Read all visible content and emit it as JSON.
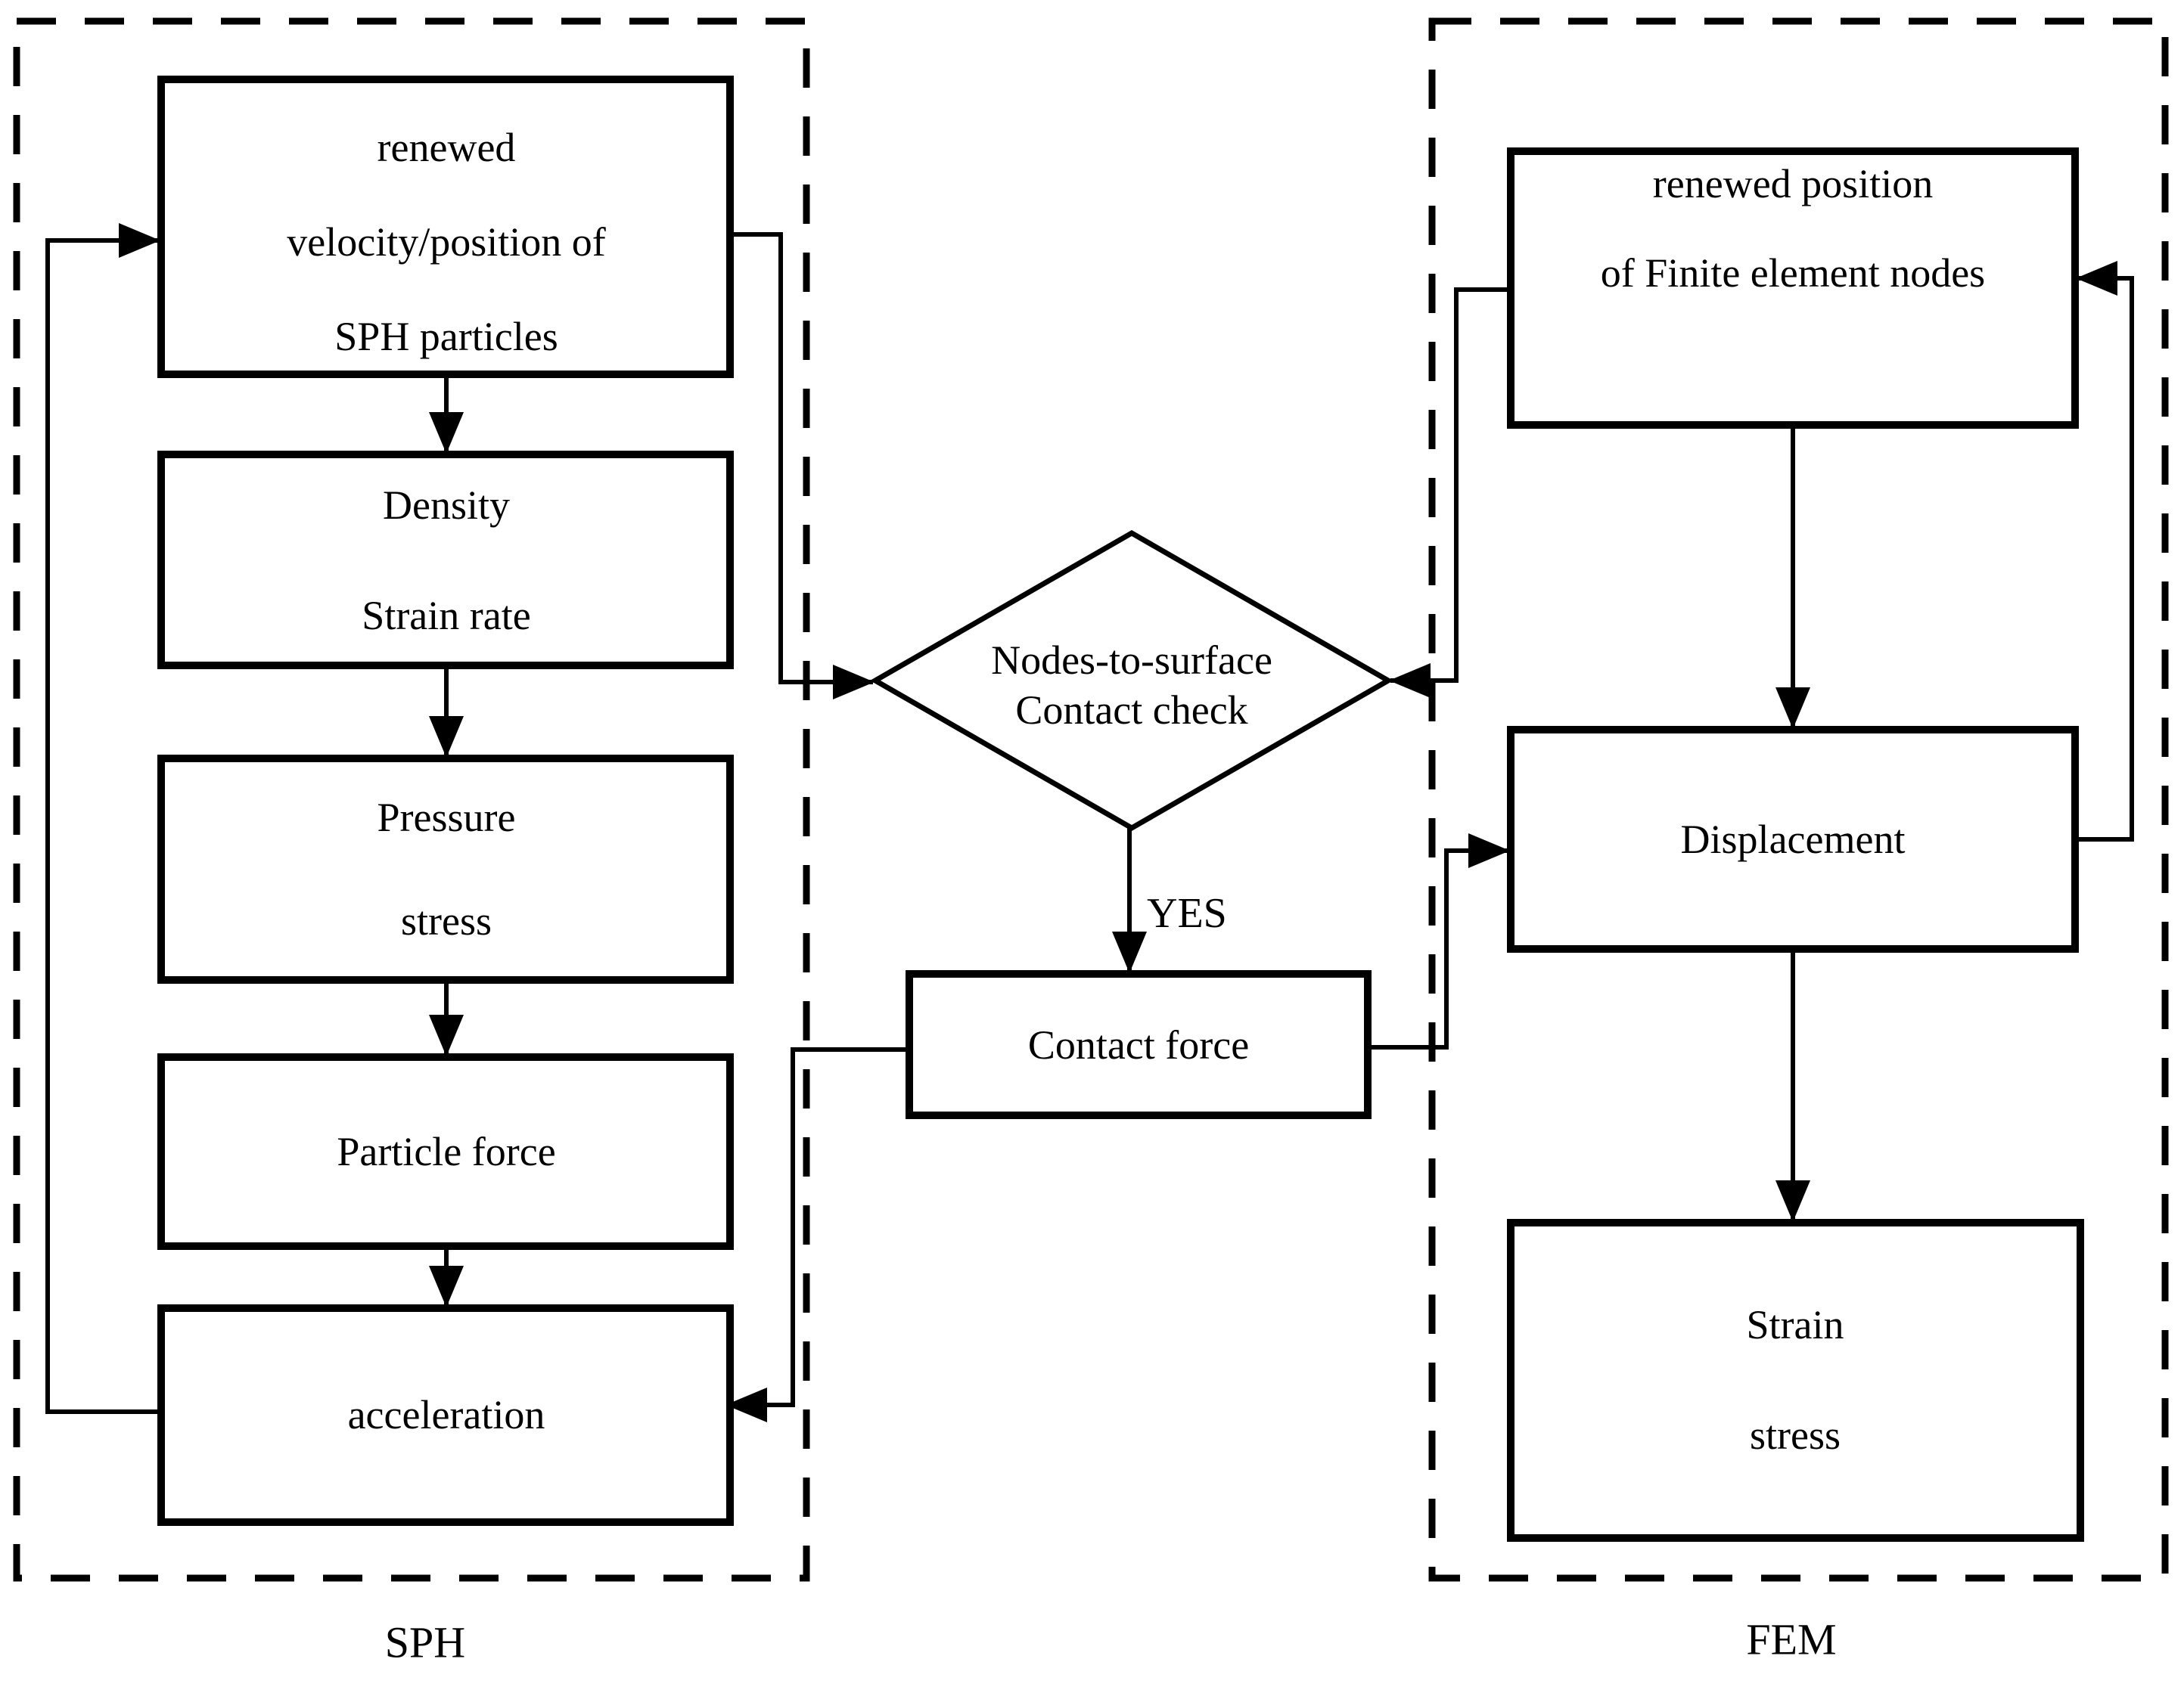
{
  "figure": {
    "background_color": "#ffffff",
    "line_color": "#000000",
    "text_color": "#000000",
    "groups": {
      "sph": {
        "label": "SPH"
      },
      "fem": {
        "label": "FEM"
      }
    },
    "nodes": {
      "renewed_sph": {
        "lines": [
          "renewed",
          "velocity/position of",
          "SPH particles"
        ]
      },
      "density": {
        "lines": [
          "Density",
          "Strain rate"
        ]
      },
      "pressure": {
        "lines": [
          "Pressure",
          "stress"
        ]
      },
      "particle_force": {
        "lines": [
          "Particle force"
        ]
      },
      "acceleration": {
        "lines": [
          "acceleration"
        ]
      },
      "contact_check": {
        "lines": [
          "Nodes-to-surface",
          "Contact check"
        ]
      },
      "contact_force": {
        "lines": [
          "Contact force"
        ]
      },
      "renewed_fem": {
        "lines": [
          "renewed position",
          "of Finite element nodes"
        ]
      },
      "displacement": {
        "lines": [
          "Displacement"
        ]
      },
      "strain_stress": {
        "lines": [
          "Strain",
          "stress"
        ]
      }
    },
    "edge_labels": {
      "contact_check_yes": "YES"
    },
    "edges": [
      {
        "from": "renewed_sph",
        "to": "density"
      },
      {
        "from": "density",
        "to": "pressure"
      },
      {
        "from": "pressure",
        "to": "particle_force"
      },
      {
        "from": "particle_force",
        "to": "acceleration"
      },
      {
        "from": "acceleration",
        "to": "renewed_sph"
      },
      {
        "from": "renewed_sph",
        "to": "contact_check"
      },
      {
        "from": "renewed_fem",
        "to": "contact_check"
      },
      {
        "from": "contact_check",
        "to": "contact_force",
        "label": "YES"
      },
      {
        "from": "contact_force",
        "to": "acceleration"
      },
      {
        "from": "contact_force",
        "to": "displacement"
      },
      {
        "from": "renewed_fem",
        "to": "displacement"
      },
      {
        "from": "displacement",
        "to": "strain_stress"
      },
      {
        "from": "displacement",
        "to": "renewed_fem"
      }
    ]
  }
}
